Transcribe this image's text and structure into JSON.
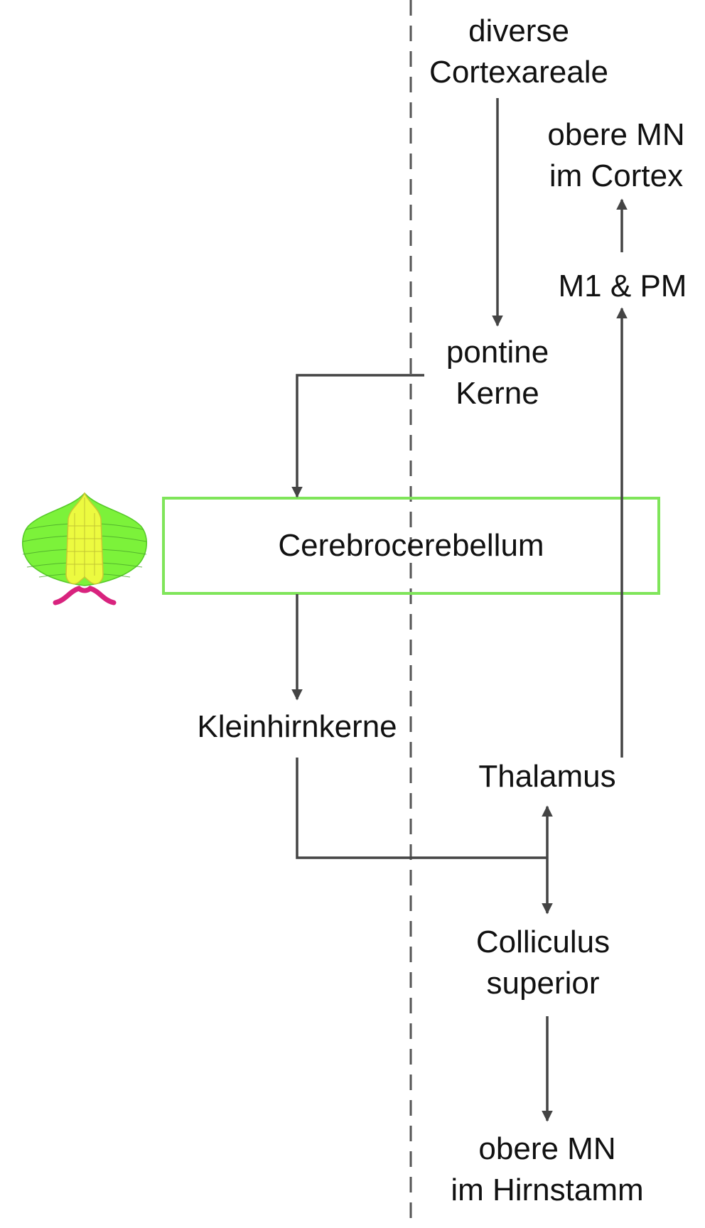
{
  "colors": {
    "line": "#444444",
    "divider": "#555555",
    "box_border": "#7fe55a",
    "cerebellum_green": "#7cf23a",
    "cerebellum_yellow": "#ecfa40",
    "cerebellum_magenta": "#d8237e"
  },
  "icon": "cerebellum-icon",
  "nodes": {
    "cortex_areas": {
      "line1": "diverse",
      "line2": "Cortexareale"
    },
    "upper_mn_cortex": {
      "line1": "obere MN",
      "line2": "im Cortex"
    },
    "m1_pm": {
      "line1": "M1 & PM"
    },
    "pontine": {
      "line1": "pontine",
      "line2": "Kerne"
    },
    "cerebrocerebellum": {
      "line1": "Cerebrocerebellum"
    },
    "deep_nuclei": {
      "line1": "Kleinhirnkerne"
    },
    "thalamus": {
      "line1": "Thalamus"
    },
    "colliculus": {
      "line1": "Colliculus",
      "line2": "superior"
    },
    "upper_mn_brainstem": {
      "line1": "obere MN",
      "line2": "im Hirnstamm"
    }
  }
}
